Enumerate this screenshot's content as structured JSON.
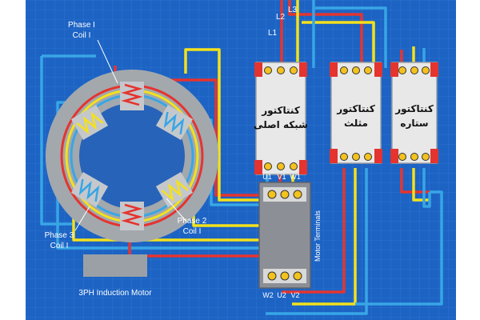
{
  "lines": {
    "l1": "L1",
    "l2": "L2",
    "l3": "L3"
  },
  "motor": {
    "title": "3PH Induction Motor",
    "phase1": [
      "Phase I",
      "Coil I"
    ],
    "phase2": [
      "Phase 2",
      "Coil I"
    ],
    "phase3": [
      "Phase 3",
      "Coil I"
    ]
  },
  "contactors": {
    "main": [
      "کنتاکتور",
      "شبکه اصلی"
    ],
    "delta": [
      "کنتاکتور",
      "مثلث"
    ],
    "star": [
      "کنتاکتور",
      "ستاره"
    ]
  },
  "terminals": {
    "title": "Motor Terminals",
    "top": [
      "U1",
      "V1",
      "W1"
    ],
    "bottom": [
      "W2",
      "U2",
      "V2"
    ]
  },
  "colors": {
    "background": "#1c63c4",
    "wire_red": "#e5342f",
    "wire_yellow": "#f4e11c",
    "wire_blue": "#38a6e6",
    "contactor_body": "#e8e8e8",
    "contactor_tab": "#e3342f"
  }
}
